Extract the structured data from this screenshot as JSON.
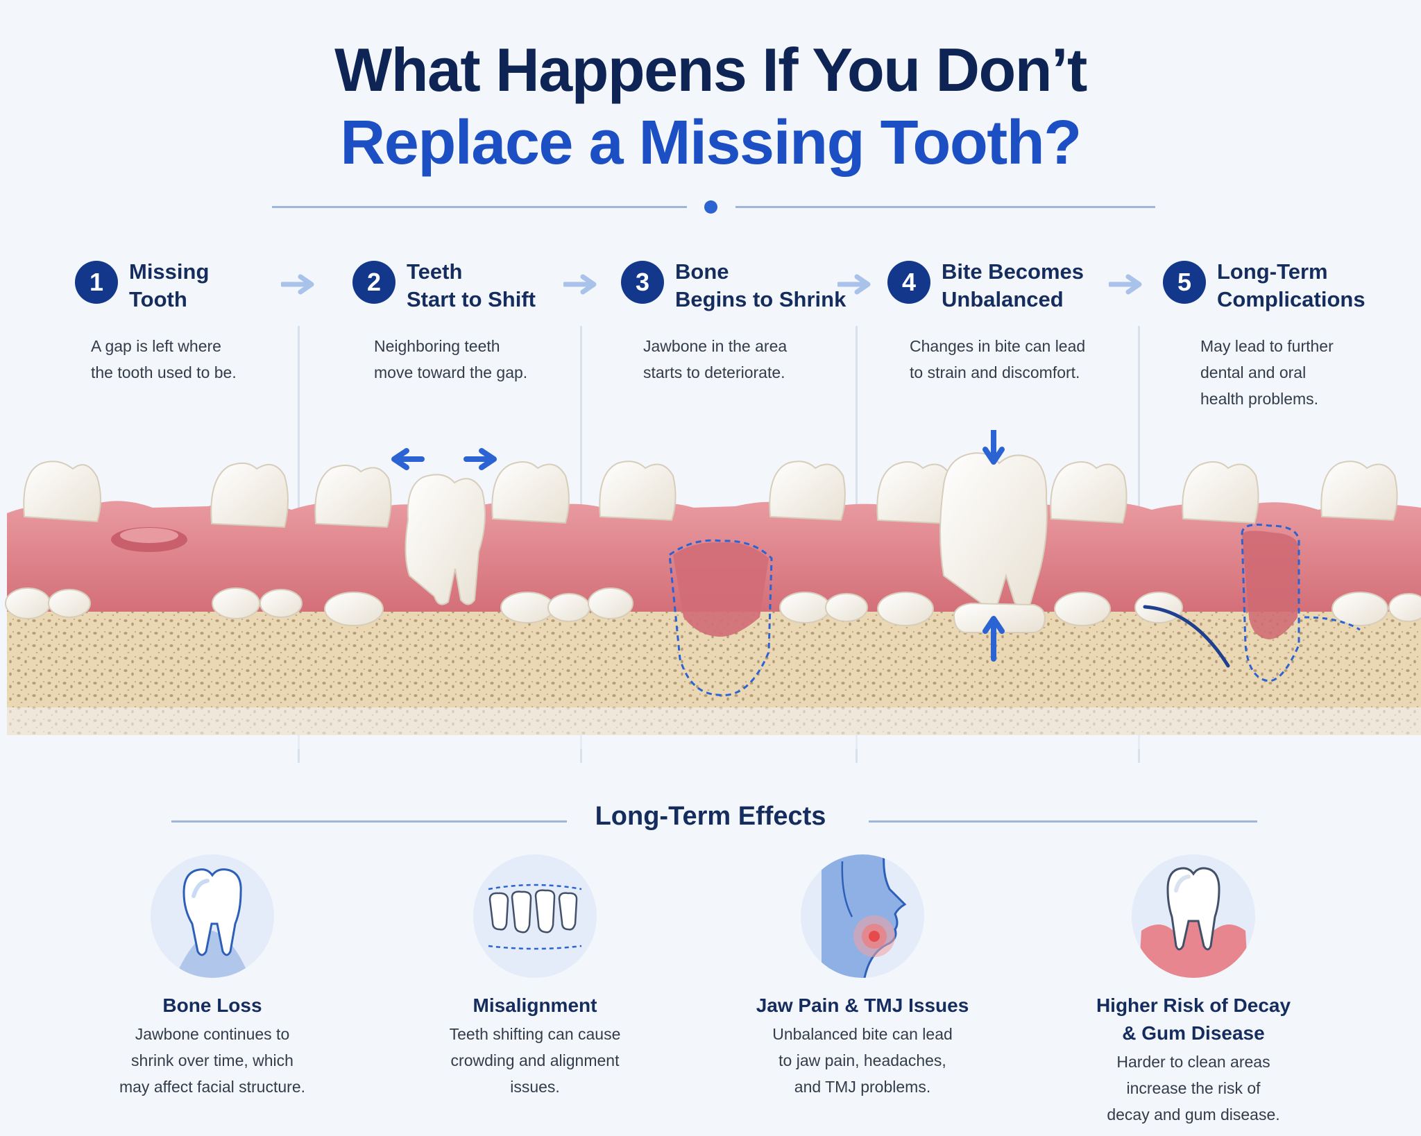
{
  "title": {
    "line1": "What Happens If You Don’t",
    "line2": "Replace a Missing Tooth?"
  },
  "steps": [
    {
      "num": "1",
      "title_line1": "Missing",
      "title_line2": "Tooth",
      "desc_line1": "A gap is left where",
      "desc_line2": "the tooth used to be."
    },
    {
      "num": "2",
      "title_line1": "Teeth",
      "title_line2": "Start to Shift",
      "desc_line1": "Neighboring teeth",
      "desc_line2": "move toward the gap."
    },
    {
      "num": "3",
      "title_line1": "Bone",
      "title_line2": "Begins to Shrink",
      "desc_line1": "Jawbone in the area",
      "desc_line2": "starts to deteriorate."
    },
    {
      "num": "4",
      "title_line1": "Bite Becomes",
      "title_line2": "Unbalanced",
      "desc_line1": "Changes in bite can lead",
      "desc_line2": "to strain and discomfort."
    },
    {
      "num": "5",
      "title_line1": "Long-Term",
      "title_line2": "Complications",
      "desc_line1": "May lead to further",
      "desc_line2": "dental and oral",
      "desc_line3": "health problems."
    }
  ],
  "section": {
    "title": "Long-Term Effects"
  },
  "effects": [
    {
      "icon": "tooth-root-icon",
      "title_line1": "Bone Loss",
      "desc_line1": "Jawbone continues to",
      "desc_line2": "shrink over time, which",
      "desc_line3": "may affect facial structure."
    },
    {
      "icon": "crowded-teeth-icon",
      "title_line1": "Misalignment",
      "desc_line1": "Teeth shifting can cause",
      "desc_line2": "crowding and alignment",
      "desc_line3": "issues."
    },
    {
      "icon": "jaw-pain-icon",
      "title_line1": "Jaw Pain & TMJ Issues",
      "desc_line1": "Unbalanced bite can lead",
      "desc_line2": "to jaw pain, headaches,",
      "desc_line3": "and TMJ problems."
    },
    {
      "icon": "gum-tooth-icon",
      "title_line1": "Higher Risk of Decay",
      "title_line2": "& Gum Disease",
      "desc_line1": "Harder to clean areas",
      "desc_line2": "increase the risk of",
      "desc_line3": "decay and gum disease."
    }
  ],
  "colors": {
    "navy": "#0e2454",
    "accent_blue": "#1c4fc4",
    "step_circle": "#13378b",
    "gum": "#dd7d86",
    "bone": "#ead7b3",
    "tooth": "#fbf8f2"
  }
}
